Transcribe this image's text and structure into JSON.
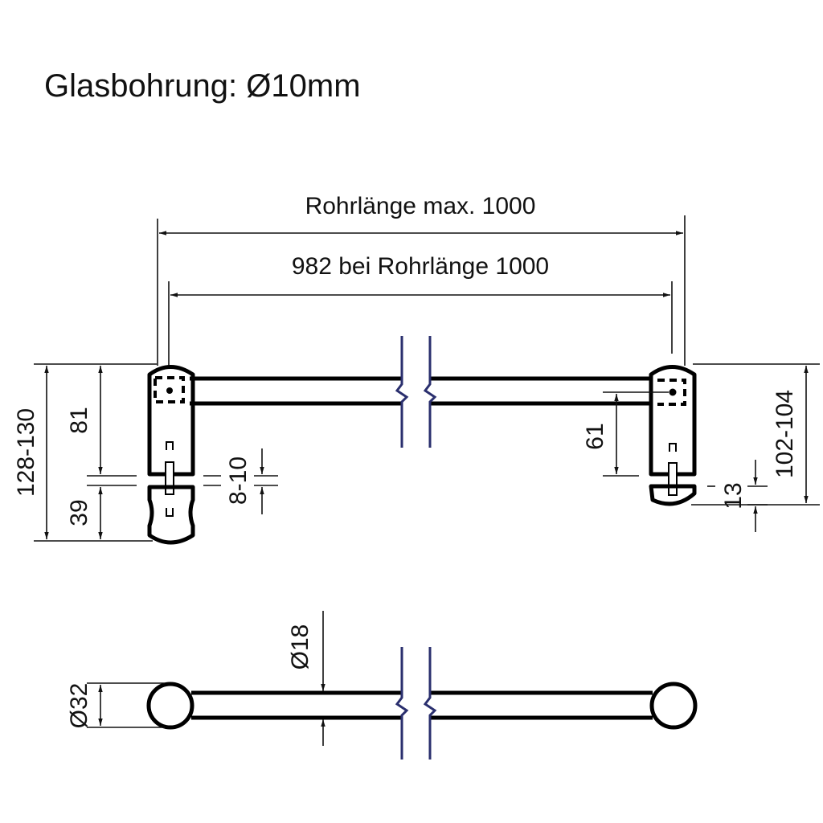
{
  "title": "Glasbohrung: Ø10mm",
  "dimensions": {
    "tube_length_max": "Rohrlänge max. 1000",
    "center_distance": "982 bei Rohrlänge 1000",
    "left_total": "128-130",
    "left_upper": "81",
    "left_lower": "39",
    "glass_thickness": "8-10",
    "right_upper": "61",
    "right_total": "102-104",
    "right_knob": "13",
    "knob_diameter": "Ø32",
    "tube_diameter": "Ø18"
  },
  "colors": {
    "line": "#000000",
    "break": "#2a2f6e"
  }
}
